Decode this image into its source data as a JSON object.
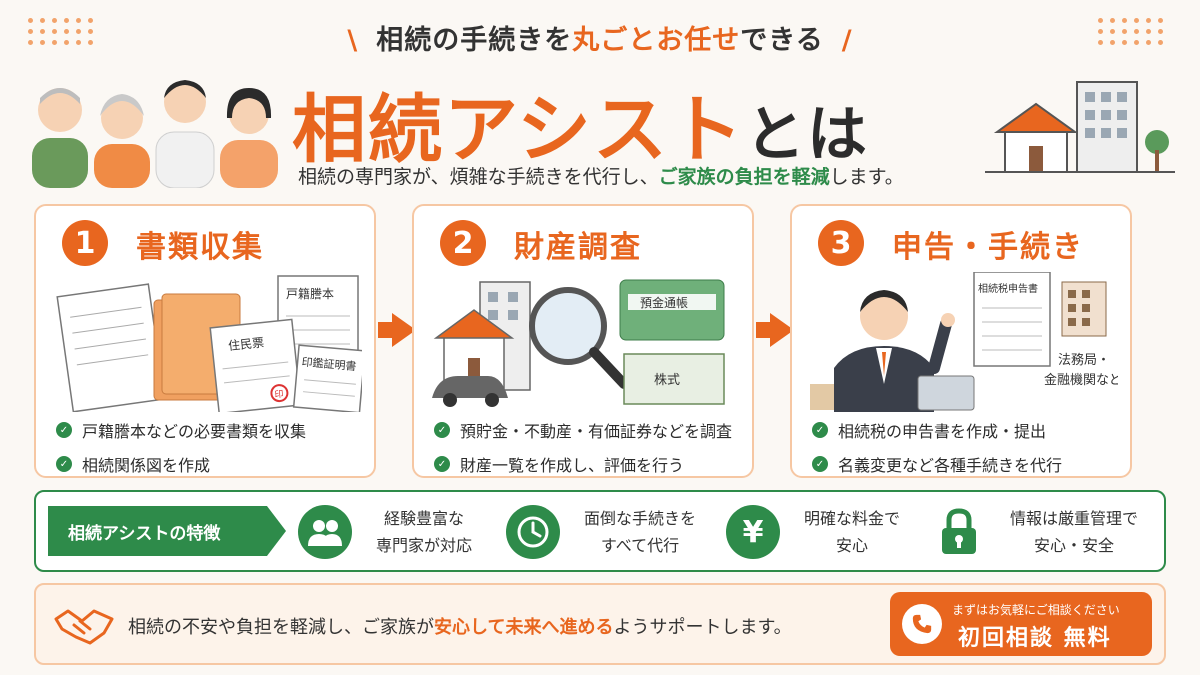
{
  "header": {
    "tagline_pre": "相続の手続きを",
    "tagline_hl": "丸ごとお任せ",
    "tagline_post": "できる",
    "slash_left": "\\",
    "slash_right": "/",
    "title": "相続アシスト",
    "title_suffix": "とは",
    "subtitle_pre": "相続の専門家が、煩雑な手続きを代行し、",
    "subtitle_hl": "ご家族の負担を軽減",
    "subtitle_post": "します。"
  },
  "steps": [
    {
      "number": "1",
      "title": "書類収集",
      "doc_labels": [
        "戸籍謄本",
        "住民票",
        "印鑑証明書"
      ],
      "stamp": "印",
      "bullets": [
        "戸籍謄本などの必要書類を収集",
        "相続関係図を作成"
      ]
    },
    {
      "number": "2",
      "title": "財産調査",
      "card_labels": [
        "預金通帳",
        "株式"
      ],
      "bullets": [
        "預貯金・不動産・有価証券などを調査",
        "財産一覧を作成し、評価を行う"
      ]
    },
    {
      "number": "3",
      "title": "申告・手続き",
      "doc_label": "相続税申告書",
      "side_label_1": "法務局・",
      "side_label_2": "金融機関など",
      "bullets": [
        "相続税の申告書を作成・提出",
        "名義変更など各種手続きを代行"
      ]
    }
  ],
  "features": {
    "label": "相続アシストの特徴",
    "items": [
      {
        "icon": "people-icon",
        "line1": "経験豊富な",
        "line2": "専門家が対応"
      },
      {
        "icon": "clock-icon",
        "line1": "面倒な手続きを",
        "line2": "すべて代行"
      },
      {
        "icon": "yen-icon",
        "line1": "明確な料金で",
        "line2": "安心"
      },
      {
        "icon": "lock-icon",
        "line1": "情報は厳重管理で",
        "line2": "安心・安全"
      }
    ]
  },
  "footer": {
    "msg_pre": "相続の不安や負担を軽減し、ご家族が",
    "msg_hl": "安心して未来へ進める",
    "msg_post": "ようサポートします。",
    "cta_small": "まずはお気軽にご相談ください",
    "cta_big": "初回相談 無料"
  },
  "colors": {
    "accent": "#e8661f",
    "green": "#2e8b4a",
    "background": "#fbf8f4"
  }
}
